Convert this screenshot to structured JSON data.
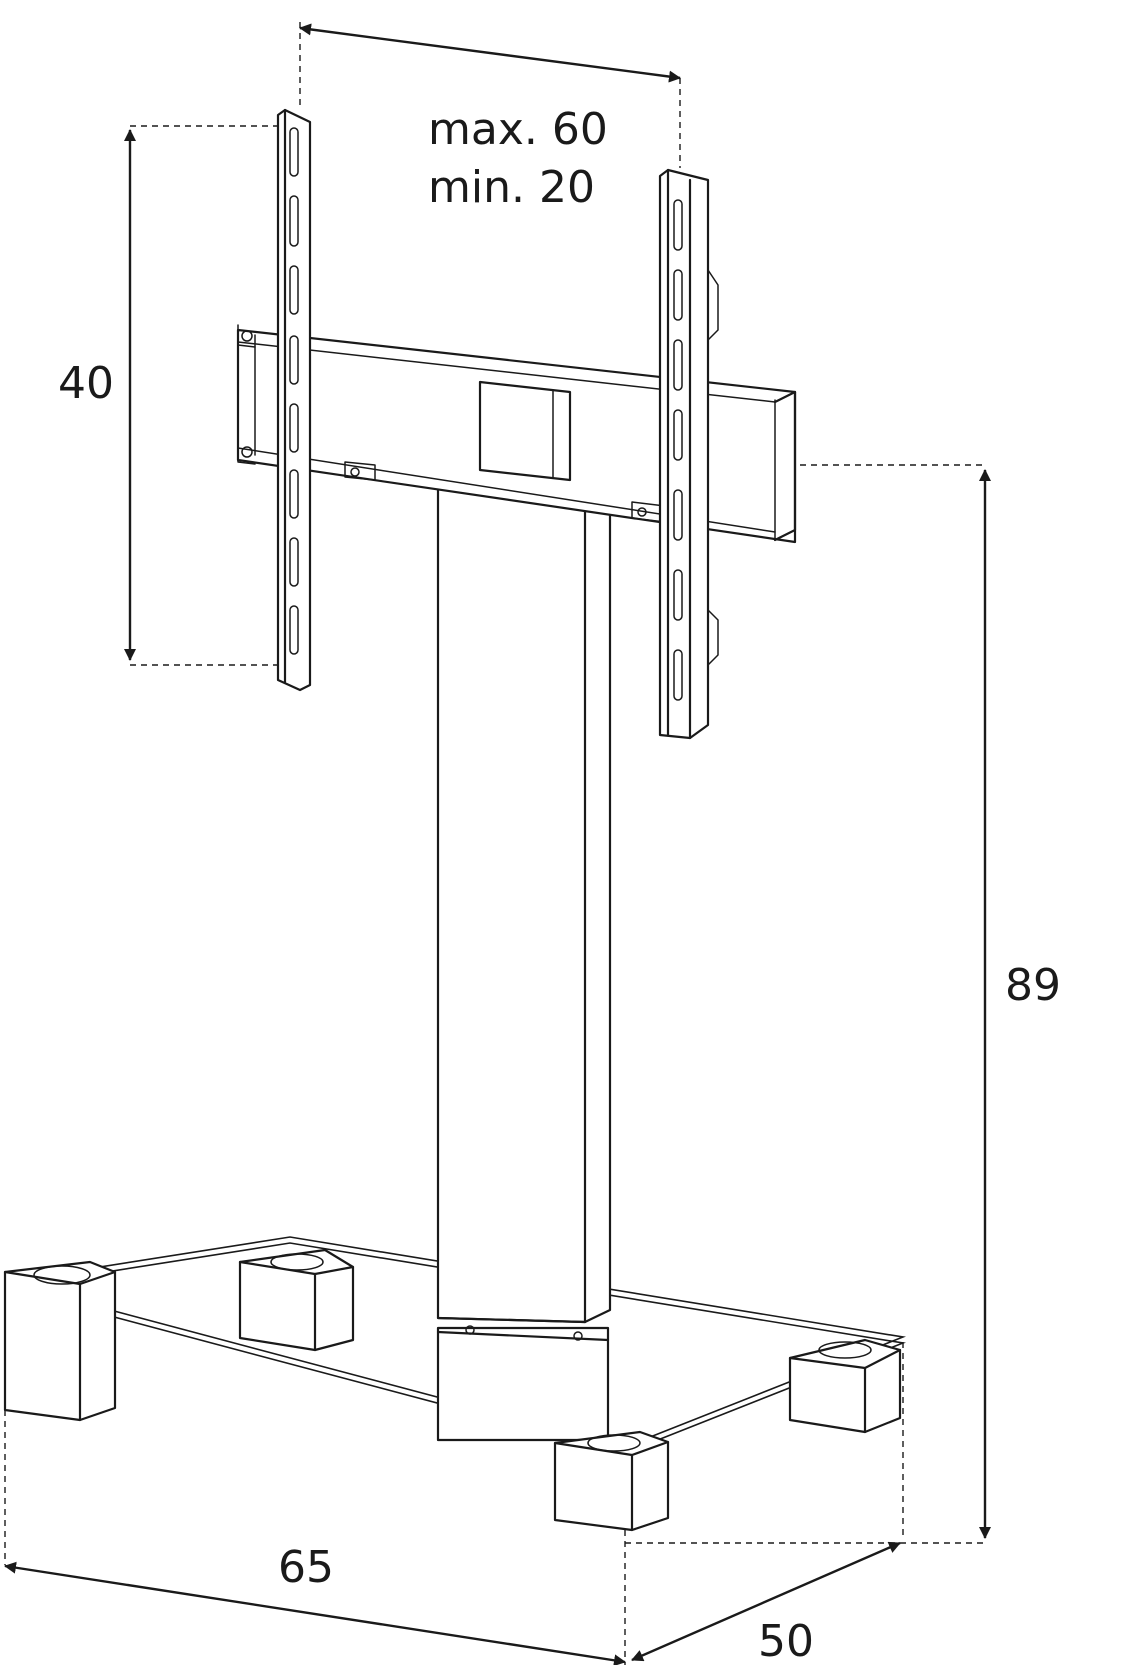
{
  "dimensions": {
    "vesa_width": {
      "max_label": "max. 60",
      "min_label": "min. 20"
    },
    "vesa_height": {
      "label": "40"
    },
    "total_height": {
      "label": "89"
    },
    "base_width": {
      "label": "65"
    },
    "base_depth": {
      "label": "50"
    }
  },
  "colors": {
    "line": "#1a1a1a",
    "background": "#ffffff"
  }
}
